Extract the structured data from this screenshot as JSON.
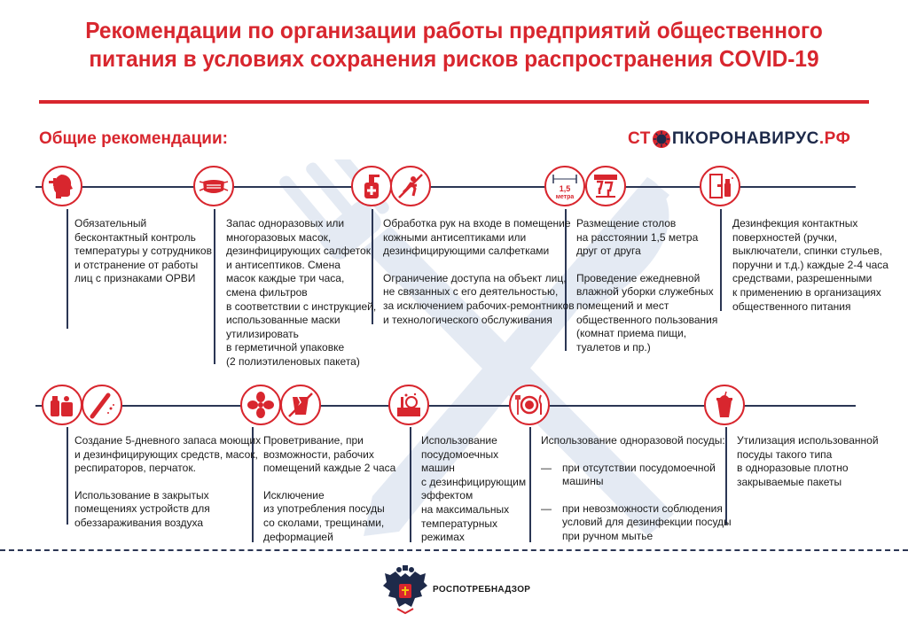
{
  "title": {
    "line1": "Рекомендации по организации работы предприятий общественного",
    "line2": "питания в условиях сохранения рисков распространения COVID-19"
  },
  "section_title": "Общие рекомендации:",
  "logo": {
    "part1": "СТ",
    "part2": "ПКОРОНАВИРУС",
    "part3": ".РФ"
  },
  "colors": {
    "accent": "#d8262e",
    "navy": "#2b3654",
    "watermark": "#8aa3cc"
  },
  "row1": [
    {
      "icon": "thermometer-head-icon",
      "paragraphs": [
        [
          "Обязательный",
          "бесконтактный контроль",
          "температуры у сотрудников",
          "и отстранение от работы",
          "лиц с признаками ОРВИ"
        ]
      ]
    },
    {
      "icon": "face-mask-icon",
      "paragraphs": [
        [
          "Запас одноразовых или",
          "многоразовых масок,",
          "дезинфицирующих салфеток",
          "и антисептиков. Смена",
          "масок каждые три часа,",
          "смена фильтров",
          "в соответствии с инструкцией,",
          "использованные маски",
          "утилизировать",
          "в герметичной упаковке",
          "(2 полиэтиленовых пакета)"
        ]
      ]
    },
    {
      "icon": "sanitizer-bottle-icon",
      "icon2": "no-entry-person-icon",
      "paragraphs": [
        [
          "Обработка рук на входе в помещение",
          "кожными антисептиками или",
          "дезинфицирующими салфетками"
        ],
        [
          "Ограничение доступа на объект лиц,",
          "не связанных с его деятельностью,",
          "за исключением рабочих-ремонтников",
          "и технологического обслуживания"
        ]
      ]
    },
    {
      "icon": "distance-icon",
      "icon_label": [
        "1,5",
        "метра"
      ],
      "icon2": "glasses-table-icon",
      "paragraphs": [
        [
          "Размещение столов",
          "на расстоянии 1,5 метра",
          "друг от друга"
        ],
        [
          "Проведение ежедневной",
          "влажной уборки служебных",
          "помещений и мест",
          "общественного пользования",
          "(комнат приема пищи,",
          "туалетов и пр.)"
        ]
      ]
    },
    {
      "icon": "door-spray-icon",
      "paragraphs": [
        [
          "Дезинфекция контактных",
          "поверхностей (ручки,",
          "выключатели, спинки стульев,",
          "поручни и т.д.) каждые 2-4 часа",
          "средствами, разрешенными",
          "к применению в организациях",
          "общественного питания"
        ]
      ]
    }
  ],
  "row2": [
    {
      "icon": "cleaning-supplies-icon",
      "icon2": "uv-lamp-icon",
      "paragraphs": [
        [
          "Создание 5-дневного запаса моющих",
          "и дезинфицирующих средств, масок,",
          "респираторов, перчаток."
        ],
        [
          "Использование в закрытых",
          "помещениях устройств  для",
          "обеззараживания воздуха"
        ]
      ]
    },
    {
      "icon": "ventilation-fan-icon",
      "icon2": "no-broken-cup-icon",
      "paragraphs": [
        [
          "Проветривание, при",
          "возможности, рабочих",
          "помещений каждые 2 часа"
        ],
        [
          "Исключение",
          "из употребления посуды",
          "со сколами, трещинами,",
          "деформацией"
        ]
      ]
    },
    {
      "icon": "dishwasher-icon",
      "paragraphs": [
        [
          "Использование",
          "посудомоечных",
          "машин",
          "с дезинфицирующим",
          "эффектом",
          "на максимальных",
          "температурных",
          "режимах"
        ]
      ]
    },
    {
      "icon": "plate-cutlery-icon",
      "intro": "Использование одноразовой посуды:",
      "dashes": [
        {
          "mark": "—",
          "lines": [
            "при отсутствии посудомоечной",
            "машины"
          ]
        },
        {
          "mark": "—",
          "lines": [
            "при невозможности соблюдения",
            "условий для дезинфекции посуды",
            "при ручном мытье"
          ]
        }
      ]
    },
    {
      "icon": "disposable-cup-icon",
      "paragraphs": [
        [
          "Утилизация использованной",
          "посуды такого типа",
          "в одноразовые плотно",
          "закрываемые пакеты"
        ]
      ]
    }
  ],
  "footer": {
    "org": "РОСПОТРЕБНАДЗОР",
    "emblem": "double-headed-eagle-emblem"
  }
}
